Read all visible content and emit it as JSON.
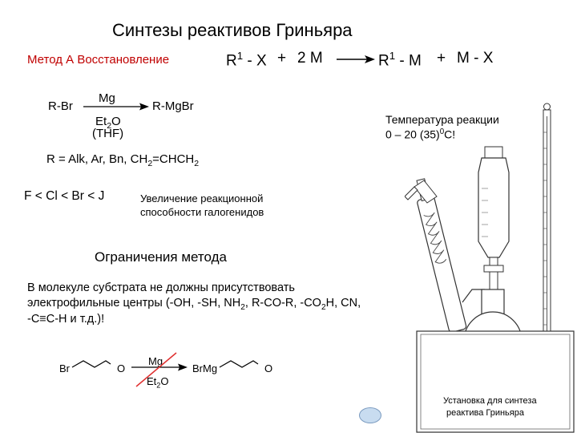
{
  "title": "Синтезы реактивов Гриньяра",
  "method_label": "Метод А  Восстановление",
  "equation": {
    "r1x": "R",
    "sup1": "1",
    "minus_x": " - X",
    "plus1": "+",
    "two_m": "2 M",
    "r1m": "R",
    "sup2": "1",
    "minus_m": " - M",
    "plus2": "+",
    "mx": "M - X"
  },
  "reaction1": {
    "reactant": "R-Br",
    "reagent": "Mg",
    "product": "R-MgBr",
    "solvent1_a": "Et",
    "solvent1_sub": "2",
    "solvent1_b": "O",
    "solvent2": "(THF)"
  },
  "r_groups_a": "R = Alk, Ar, Bn, CH",
  "r_groups_sub": "2",
  "r_groups_b": "=CHCH",
  "r_groups_sub2": "2",
  "halogen_series": "F < Cl < Br < J",
  "reactivity_note": [
    "Увеличение реакционной",
    "способности галогенидов"
  ],
  "temperature": {
    "line1": "Температура реакции",
    "line2_a": "0 – 20 (35)",
    "line2_sup": "0",
    "line2_b": "С!"
  },
  "limitations_title": "Ограничения метода",
  "limitations": {
    "line1": "В молекуле субстрата не должны присутствовать",
    "line2_a": "электрофильные центры (-OH, -SH, NH",
    "line2_sub": "2",
    "line2_b": ", R-CO-R, -CO",
    "line2_sub2": "2",
    "line2_c": "H, CN,",
    "line3": "-C≡C-H и т.д.)!"
  },
  "example": {
    "reactant_br": "Br",
    "reactant_o": "O",
    "reagent": "Mg",
    "solvent_a": "Et",
    "solvent_sub": "2",
    "solvent_b": "O",
    "product_brmg": "BrMg",
    "product_o": "O"
  },
  "caption": [
    "Установка для синтеза",
    "реактива Гриньяра"
  ],
  "colors": {
    "accent": "#c00000",
    "cross": "#e03030",
    "button": "#c8dcf0"
  }
}
